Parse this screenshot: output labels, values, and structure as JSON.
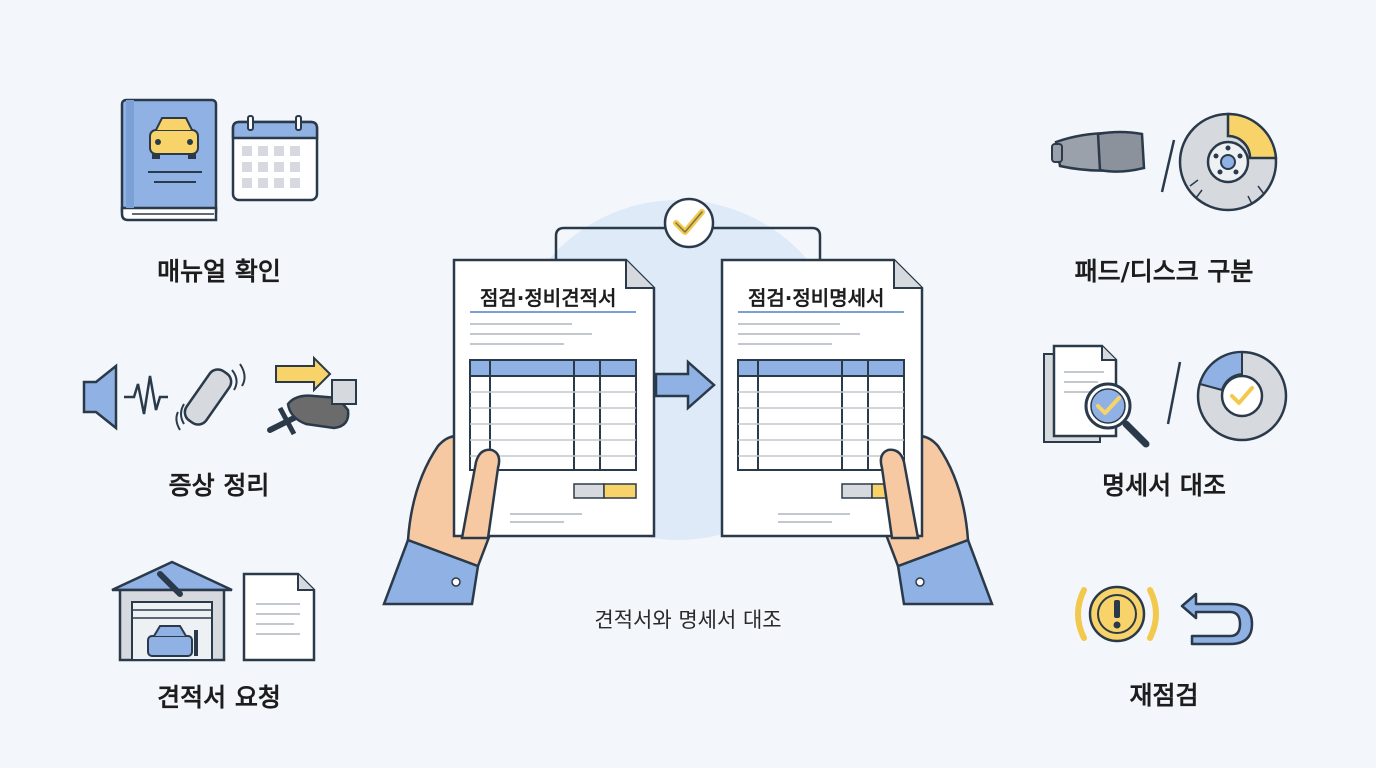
{
  "left_steps": [
    {
      "label": "매뉴얼 확인",
      "icon": "service-manual-icon"
    },
    {
      "label": "증상 정리",
      "icon": "symptom-icon"
    },
    {
      "label": "견적서 요청",
      "icon": "garage-quote-icon"
    }
  ],
  "right_steps": [
    {
      "label": "패드/디스크 구분",
      "icon": "brake-pad-disc-icon"
    },
    {
      "label": "명세서 대조",
      "icon": "document-compare-icon"
    },
    {
      "label": "재점검",
      "icon": "brake-warning-return-icon"
    }
  ],
  "center": {
    "estimate_title": "점검·정비견적서",
    "statement_title": "점검·정비명세서",
    "caption": "견적서와 명세서 대조"
  },
  "colors": {
    "blue": "#8fb1e3",
    "yellow": "#f7d36a",
    "outline": "#2b3a4a",
    "skin": "#f6c9a2",
    "sleeve": "#8fb1e3"
  }
}
